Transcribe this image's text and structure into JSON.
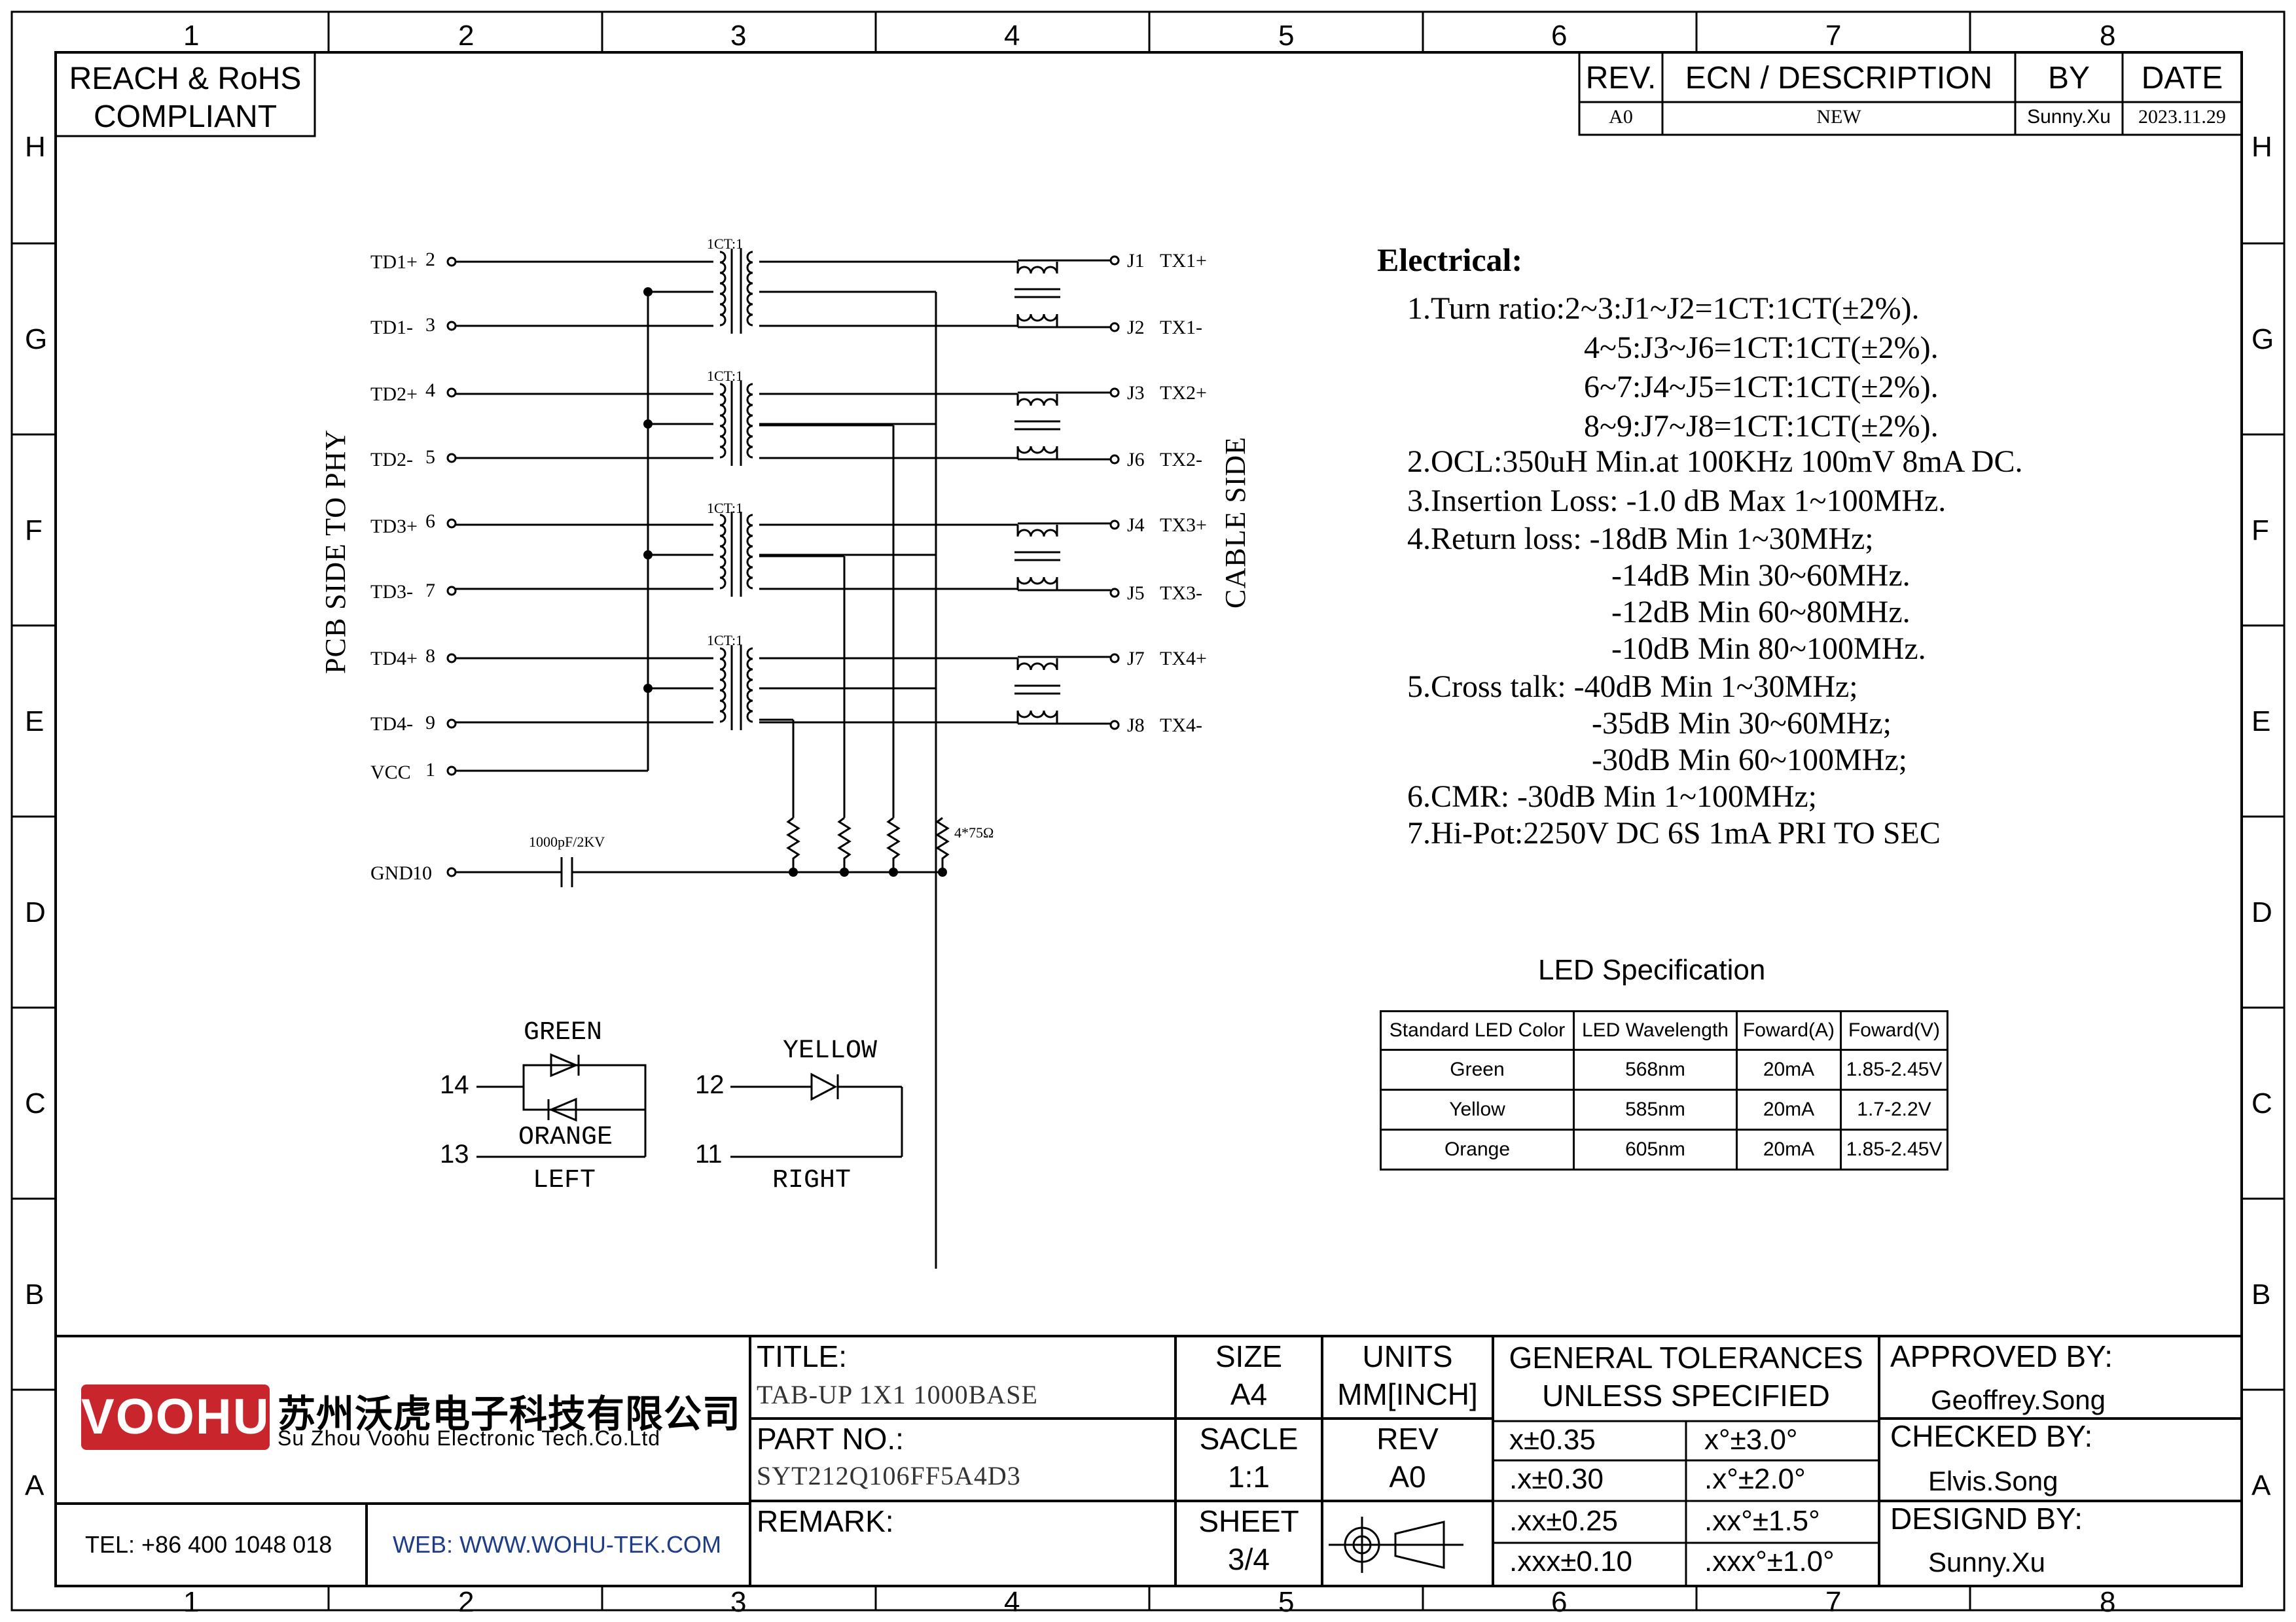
{
  "zones": {
    "columns": [
      "1",
      "2",
      "3",
      "4",
      "5",
      "6",
      "7",
      "8"
    ],
    "rows": [
      "H",
      "G",
      "F",
      "E",
      "D",
      "C",
      "B",
      "A"
    ]
  },
  "compliance": {
    "line1": "REACH & RoHS",
    "line2": "COMPLIANT"
  },
  "revision_table": {
    "headers": {
      "rev": "REV.",
      "desc": "ECN / DESCRIPTION",
      "by": "BY",
      "date": "DATE"
    },
    "row": {
      "rev": "A0",
      "desc": "NEW",
      "by": "Sunny.Xu",
      "date": "2023.11.29"
    }
  },
  "schematic": {
    "left_side_label": "PCB SIDE TO PHY",
    "right_side_label": "CABLE SIDE",
    "left_pins": [
      {
        "name": "TD1+",
        "num": "2"
      },
      {
        "name": "TD1-",
        "num": "3"
      },
      {
        "name": "TD2+",
        "num": "4"
      },
      {
        "name": "TD2-",
        "num": "5"
      },
      {
        "name": "TD3+",
        "num": "6"
      },
      {
        "name": "TD3-",
        "num": "7"
      },
      {
        "name": "TD4+",
        "num": "8"
      },
      {
        "name": "TD4-",
        "num": "9"
      },
      {
        "name": "VCC",
        "num": "1"
      }
    ],
    "gnd_pin": {
      "name": "GND",
      "num": "10"
    },
    "right_pins": [
      {
        "name": "J1",
        "signal": "TX1+"
      },
      {
        "name": "J2",
        "signal": "TX1-"
      },
      {
        "name": "J3",
        "signal": "TX2+"
      },
      {
        "name": "J6",
        "signal": "TX2-"
      },
      {
        "name": "J4",
        "signal": "TX3+"
      },
      {
        "name": "J5",
        "signal": "TX3-"
      },
      {
        "name": "J7",
        "signal": "TX4+"
      },
      {
        "name": "J8",
        "signal": "TX4-"
      }
    ],
    "transformer_ratio": "1CT:1",
    "capacitor_label": "1000pF/2KV",
    "resistor_label": "4*75Ω"
  },
  "electrical": {
    "title": "Electrical:",
    "lines": [
      "1.Turn ratio:2~3:J1~J2=1CT:1CT(±2%).",
      "4~5:J3~J6=1CT:1CT(±2%).",
      "6~7:J4~J5=1CT:1CT(±2%).",
      "8~9:J7~J8=1CT:1CT(±2%).",
      "2.OCL:350uH Min.at 100KHz 100mV 8mA DC.",
      "3.Insertion Loss: -1.0 dB Max 1~100MHz.",
      "4.Return loss: -18dB Min 1~30MHz;",
      "-14dB Min 30~60MHz.",
      "-12dB Min 60~80MHz.",
      "-10dB Min 80~100MHz.",
      "5.Cross talk: -40dB Min 1~30MHz;",
      "-35dB Min 30~60MHz;",
      "-30dB Min 60~100MHz;",
      "6.CMR: -30dB Min 1~100MHz;",
      "7.Hi-Pot:2250V DC 6S 1mA PRI TO SEC"
    ]
  },
  "led_spec": {
    "title": "LED Specification",
    "headers": [
      "Standard LED Color",
      "LED Wavelength",
      "Foward(A)",
      "Foward(V)"
    ],
    "rows": [
      [
        "Green",
        "568nm",
        "20mA",
        "1.85-2.45V"
      ],
      [
        "Yellow",
        "585nm",
        "20mA",
        "1.7-2.2V"
      ],
      [
        "Orange",
        "605nm",
        "20mA",
        "1.85-2.45V"
      ]
    ]
  },
  "led_left": {
    "green": "GREEN",
    "orange": "ORANGE",
    "pin_a": "14",
    "pin_b": "13",
    "label": "LEFT"
  },
  "led_right": {
    "yellow": "YELLOW",
    "pin_a": "12",
    "pin_b": "11",
    "label": "RIGHT"
  },
  "title_block": {
    "logo_text": "VOOHU",
    "company_cn": "苏州沃虎电子科技有限公司",
    "company_en": "Su Zhou Voohu Electronic Tech.Co.Ltd",
    "tel": "TEL: +86 400 1048 018",
    "web": "WEB: WWW.WOHU-TEK.COM",
    "title_label": "TITLE:",
    "title_value": "TAB-UP 1X1 1000BASE",
    "part_label": "PART NO.:",
    "part_value": "SYT212Q106FF5A4D3",
    "remark_label": "REMARK:",
    "size_label": "SIZE",
    "size_value": "A4",
    "units_label": "UNITS",
    "units_value": "MM[INCH]",
    "scale_label": "SACLE",
    "scale_value": "1:1",
    "rev_label": "REV",
    "rev_value": "A0",
    "sheet_label": "SHEET",
    "sheet_value": "3/4",
    "tol_title1": "GENERAL TOLERANCES",
    "tol_title2": "UNLESS SPECIFIED",
    "tolerances": [
      [
        "x±0.35",
        "x°±3.0°"
      ],
      [
        ".x±0.30",
        ".x°±2.0°"
      ],
      [
        ".xx±0.25",
        ".xx°±1.5°"
      ],
      [
        ".xxx±0.10",
        ".xxx°±1.0°"
      ]
    ],
    "approved_label": "APPROVED BY:",
    "approved_value": "Geoffrey.Song",
    "checked_label": "CHECKED BY:",
    "checked_value": "Elvis.Song",
    "designed_label": "DESIGND BY:",
    "designed_value": "Sunny.Xu"
  },
  "colors": {
    "logo_red": "#c8262c",
    "web_blue": "#1f3c88",
    "line": "#000000"
  }
}
